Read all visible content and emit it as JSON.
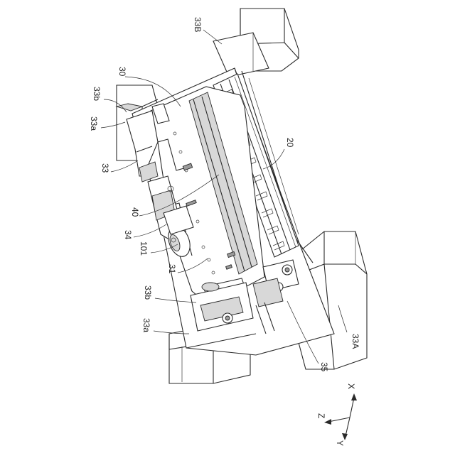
{
  "labels": {
    "l_33B": "33B",
    "l_30": "30",
    "l_33b_top": "33b",
    "l_33a_top": "33a",
    "l_33": "33",
    "l_20": "20",
    "l_40": "40",
    "l_34": "34",
    "l_101": "101",
    "l_31": "31",
    "l_33b_bot": "33b",
    "l_33a_bot": "33a",
    "l_33A": "33A",
    "l_35": "35"
  },
  "axes": {
    "x": "X",
    "y": "Y",
    "z": "Z"
  }
}
